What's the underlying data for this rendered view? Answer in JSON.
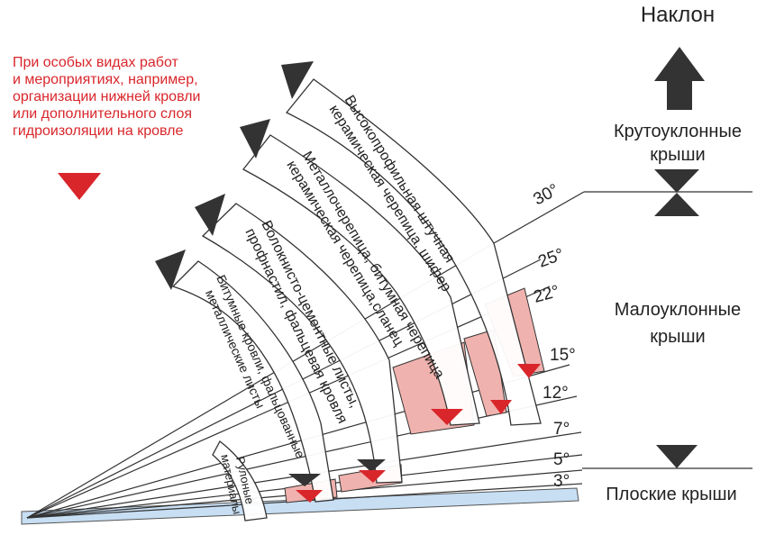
{
  "title": "Наклон",
  "note": {
    "lines": [
      "При особых видах работ",
      "и мероприятиях, например,",
      "организации нижней кровли",
      "или дополнительного слоя",
      "гидроизоляции на кровле"
    ]
  },
  "zones": {
    "steep": [
      "Крутоуклонные",
      "крыши"
    ],
    "low": [
      "Малоуклонные",
      "крыши"
    ],
    "flat": "Плоские крыши"
  },
  "angles": [
    "30°",
    "25°",
    "22°",
    "15°",
    "12°",
    "7°",
    "5°",
    "3°"
  ],
  "bands": [
    {
      "id": "rolled",
      "lines": [
        "Рулоные",
        "материалы"
      ]
    },
    {
      "id": "bitumen",
      "lines": [
        "Битумные кровли, фальцованные",
        "металлические листы"
      ]
    },
    {
      "id": "fiber",
      "lines": [
        "Волокнисто-цементные листы,",
        "профнастил, фальцевая кровля"
      ]
    },
    {
      "id": "metal",
      "lines": [
        "Металлочерепица, битумная черепица",
        "керамическая черепица,сланец"
      ]
    },
    {
      "id": "tile",
      "lines": [
        "Высокопрофильная штучная",
        "керамическая черепица, шифер"
      ]
    }
  ],
  "colors": {
    "accent_red": "#d9262b",
    "marker_dark": "#333333",
    "band_fill": "#ffffff",
    "highlight": "#f0b2ae",
    "flat_roof": "#c7def3",
    "line": "#333333"
  }
}
